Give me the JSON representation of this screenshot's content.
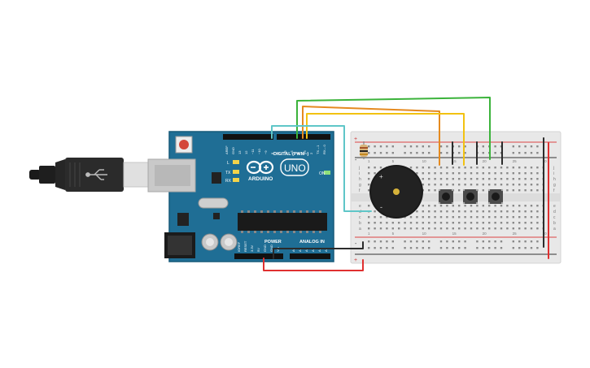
{
  "arduino": {
    "brand": "ARDUINO",
    "model": "UNO",
    "digital_header_label": "DIGITAL (PWM~)",
    "power_header_label": "POWER",
    "analog_header_label": "ANALOG IN",
    "digital_pin_labels": [
      "AREF",
      "GND",
      "13",
      "12",
      "~11",
      "~10",
      "~9",
      "8",
      "7",
      "~6",
      "~5",
      "4",
      "~3",
      "2",
      "TX→1",
      "RX←0"
    ],
    "power_pin_labels": [
      "IOREF",
      "RESET",
      "3.3V",
      "5V",
      "GND",
      "GND",
      "Vin"
    ],
    "analog_pin_labels": [
      "A0",
      "A1",
      "A2",
      "A3",
      "A4",
      "A5"
    ],
    "led_labels": [
      "L",
      "TX",
      "RX",
      "ON"
    ]
  },
  "breadboard": {
    "row_letters_top": [
      "j",
      "i",
      "h",
      "g",
      "f"
    ],
    "row_letters_bottom": [
      "e",
      "d",
      "c",
      "b",
      "a"
    ],
    "rail_plus": "+",
    "rail_minus": "-",
    "column_numbers": [
      "1",
      "5",
      "10",
      "15",
      "20",
      "25",
      "30"
    ]
  },
  "components": {
    "buzzer": {
      "pin_plus": "+",
      "pin_minus": "-"
    },
    "pushbuttons": 3,
    "resistors": 1
  },
  "colors": {
    "board": "#1f6e95",
    "breadboard": "#e8e8e8",
    "wire_green": "#3bb33b",
    "wire_orange": "#e58a1f",
    "wire_yellow": "#f2c211",
    "wire_cyan": "#5fc6c8",
    "wire_red": "#e03030",
    "wire_black": "#2b2b2b"
  }
}
